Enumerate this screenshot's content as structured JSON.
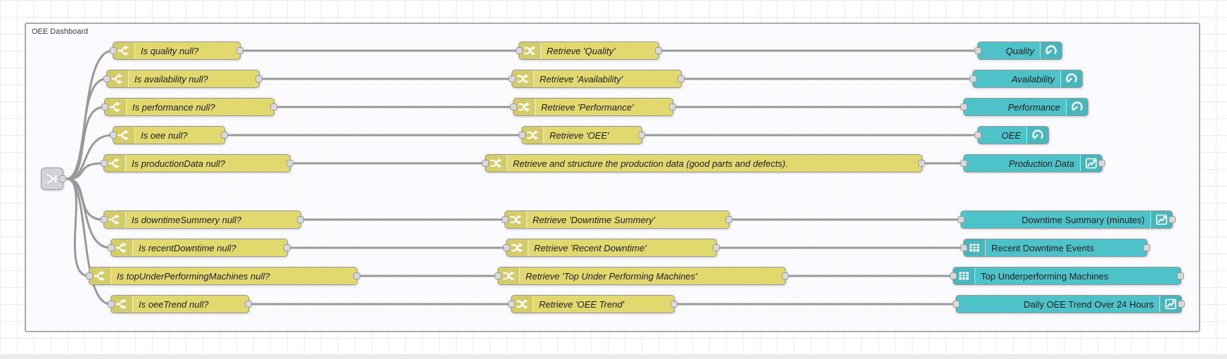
{
  "group": {
    "label": "OEE Dashboard"
  },
  "colors": {
    "node_yellow": "#e2d96e",
    "node_cyan": "#4dc3c9",
    "wire_grey": "#999999",
    "link_node_grey": "#d8d8dc",
    "grid_line": "#ececf7",
    "group_border": "#aaaab4"
  },
  "nodes": {
    "link": {
      "type": "link in",
      "icon": "link-in-icon"
    },
    "switches": [
      "Is quality null?",
      "Is availability null?",
      "Is performance null?",
      "Is oee null?",
      "Is productionData null?",
      "Is downtimeSummery null?",
      "Is recentDowntime null?",
      "Is topUnderPerformingMachines null?",
      "Is oeeTrend null?"
    ],
    "changes": [
      "Retrieve 'Quality'",
      "Retrieve 'Availability'",
      "Retrieve 'Performance'",
      "Retrieve 'OEE'",
      "Retrieve and structure the production data (good parts and defects).",
      "Retrieve 'Downtime Summery'",
      "Retrieve 'Recent Downtime'",
      "Retrieve 'Top Under Performing Machines'",
      "Retrieve 'OEE Trend'"
    ],
    "ui": [
      {
        "label": "Quality",
        "icon": "gauge-icon"
      },
      {
        "label": "Availability",
        "icon": "gauge-icon"
      },
      {
        "label": "Performance",
        "icon": "gauge-icon"
      },
      {
        "label": "OEE",
        "icon": "gauge-icon"
      },
      {
        "label": "Production Data",
        "icon": "chart-line-icon"
      },
      {
        "label": "Downtime Summary (minutes)",
        "icon": "chart-line-icon"
      },
      {
        "label": "Recent Downtime Events",
        "icon": "table-icon"
      },
      {
        "label": "Top Underperforming Machines",
        "icon": "table-icon"
      },
      {
        "label": "Daily OEE Trend Over 24 Hours",
        "icon": "chart-line-icon"
      }
    ]
  }
}
